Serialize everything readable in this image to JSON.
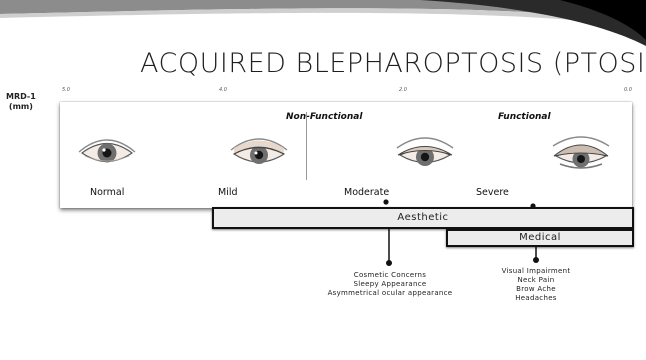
{
  "title": "ACQUIRED BLEPHAROPTOSIS (PTOSIS)",
  "mrd_axis": {
    "label_line1": "MRD-1",
    "label_line2": "(mm)",
    "ticks": [
      "5.0",
      "4.0",
      "2.0",
      "0.0"
    ]
  },
  "categories": {
    "non_functional": "Non-Functional",
    "functional": "Functional"
  },
  "severity_levels": [
    "Normal",
    "Mild",
    "Moderate",
    "Severe"
  ],
  "bars": {
    "aesthetic": "Aesthetic",
    "medical": "Medical"
  },
  "aesthetic_concerns": [
    "Cosmetic Concerns",
    "Sleepy Appearance",
    "Asymmetrical ocular appearance"
  ],
  "medical_concerns": [
    "Visual Impairment",
    "Neck Pain",
    "Brow Ache",
    "Headaches"
  ],
  "colors": {
    "accent_dark": "#111111",
    "bar_fill": "#ececec"
  }
}
